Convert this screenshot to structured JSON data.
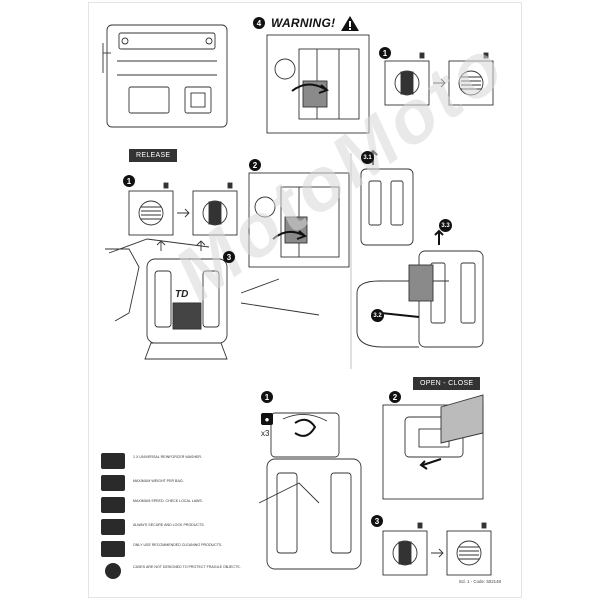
{
  "warning": {
    "step": "4",
    "title": "WARNING!"
  },
  "release": {
    "label": "RELEASE",
    "steps": [
      "1",
      "2",
      "3",
      "3.1",
      "3.2",
      "3.3"
    ]
  },
  "open_close": {
    "label": "OPEN - CLOSE",
    "steps": [
      "1",
      "2",
      "3"
    ],
    "repeat": "x3"
  },
  "top_step": "1",
  "legend": [
    {
      "icon": "max-weight-washer-icon",
      "text": "1 x UNIVERSAL REINFORCER WASHER."
    },
    {
      "icon": "max-weight-bag-icon",
      "text": "MAXIMUM WEIGHT PER BAG."
    },
    {
      "icon": "max-speed-icon",
      "text": "MAXIMUM SPEED. CHECK LOCAL LAWS."
    },
    {
      "icon": "lock-icon",
      "text": "ALWAYS SECURE AND LOCK PRODUCTS."
    },
    {
      "icon": "cleaning-icon",
      "text": "ONLY USE RECOMMENDED CLEANING PRODUCTS."
    },
    {
      "icon": "fragile-icon",
      "text": "CASES ARE NOT DESIGNED TO PROTECT FRAGILE OBJECTS."
    }
  ],
  "footer_code": "Ed. 1 - Code: 502148",
  "watermark": "MotoMoto",
  "bag_logo": "TD"
}
